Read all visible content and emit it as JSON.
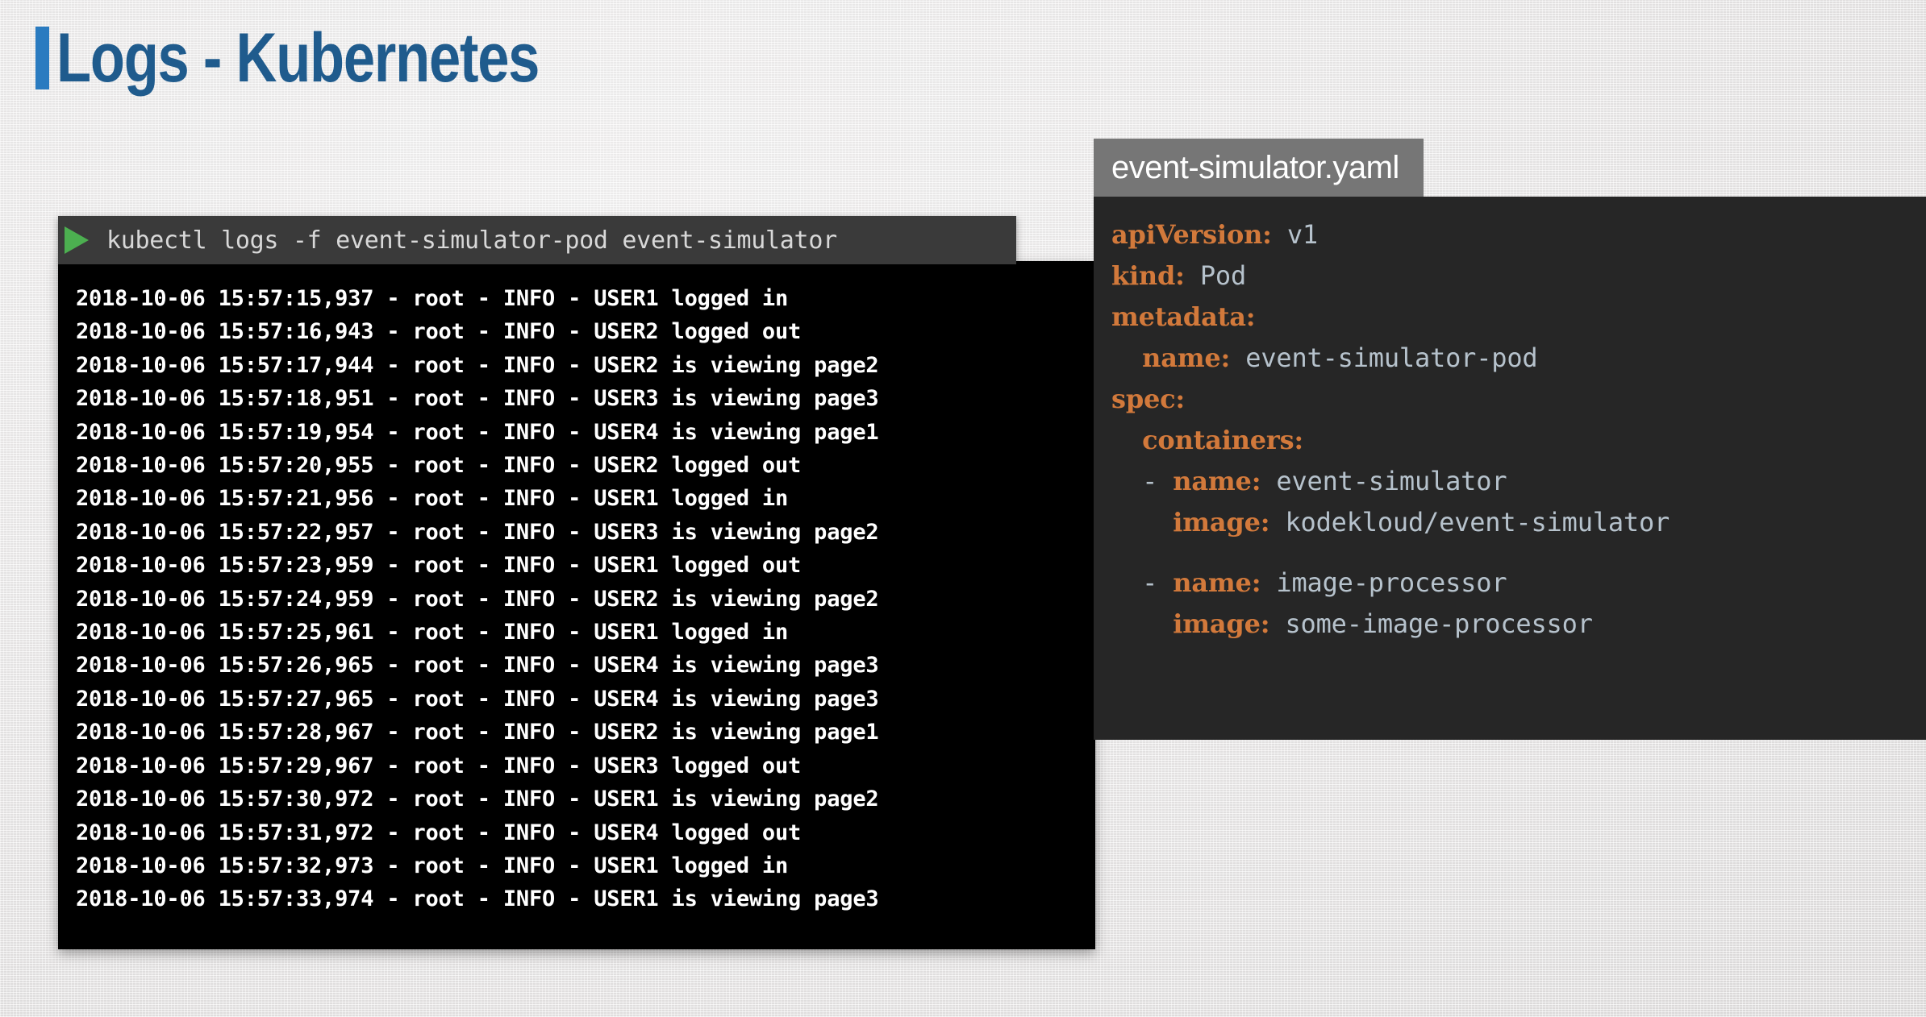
{
  "slide": {
    "title": "Logs - Kubernetes",
    "accent_color": "#2A7BC0",
    "title_color": "#1F5B8D",
    "background_color": "#EBE9E9"
  },
  "terminal": {
    "run_icon": "play-triangle-icon",
    "run_icon_color": "#4CAF50",
    "command": "kubectl logs -f event-simulator-pod event-simulator",
    "command_bar_color": "#3A3A3A",
    "body_color": "#000000",
    "text_color": "#FFFFFF",
    "lines": [
      "2018-10-06 15:57:15,937 - root - INFO - USER1 logged in",
      "2018-10-06 15:57:16,943 - root - INFO - USER2 logged out",
      "2018-10-06 15:57:17,944 - root - INFO - USER2 is viewing page2",
      "2018-10-06 15:57:18,951 - root - INFO - USER3 is viewing page3",
      "2018-10-06 15:57:19,954 - root - INFO - USER4 is viewing page1",
      "2018-10-06 15:57:20,955 - root - INFO - USER2 logged out",
      "2018-10-06 15:57:21,956 - root - INFO - USER1 logged in",
      "2018-10-06 15:57:22,957 - root - INFO - USER3 is viewing page2",
      "2018-10-06 15:57:23,959 - root - INFO - USER1 logged out",
      "2018-10-06 15:57:24,959 - root - INFO - USER2 is viewing page2",
      "2018-10-06 15:57:25,961 - root - INFO - USER1 logged in",
      "2018-10-06 15:57:26,965 - root - INFO - USER4 is viewing page3",
      "2018-10-06 15:57:27,965 - root - INFO - USER4 is viewing page3",
      "2018-10-06 15:57:28,967 - root - INFO - USER2 is viewing page1",
      "2018-10-06 15:57:29,967 - root - INFO - USER3 logged out",
      "2018-10-06 15:57:30,972 - root - INFO - USER1 is viewing page2",
      "2018-10-06 15:57:31,972 - root - INFO - USER4 logged out",
      "2018-10-06 15:57:32,973 - root - INFO - USER1 logged in",
      "2018-10-06 15:57:33,974 - root - INFO - USER1 is viewing page3"
    ]
  },
  "yaml_panel": {
    "tab_label": "event-simulator.yaml",
    "tab_color": "#767676",
    "body_color": "#262626",
    "key_color": "#D2793B",
    "value_color": "#B6C2CC",
    "lines": [
      {
        "indent": 0,
        "dash": false,
        "key": "apiVersion:",
        "value": "v1"
      },
      {
        "indent": 0,
        "dash": false,
        "key": "kind:",
        "value": "Pod"
      },
      {
        "indent": 0,
        "dash": false,
        "key": "metadata:",
        "value": ""
      },
      {
        "indent": 1,
        "dash": false,
        "key": "name:",
        "value": "event-simulator-pod"
      },
      {
        "indent": 0,
        "dash": false,
        "key": "spec:",
        "value": ""
      },
      {
        "indent": 1,
        "dash": false,
        "key": "containers:",
        "value": ""
      },
      {
        "indent": 1,
        "dash": true,
        "key": "name:",
        "value": "event-simulator"
      },
      {
        "indent": 2,
        "dash": false,
        "key": "image:",
        "value": "kodekloud/event-simulator"
      },
      {
        "spacer": true
      },
      {
        "indent": 1,
        "dash": true,
        "key": "name:",
        "value": "image-processor"
      },
      {
        "indent": 2,
        "dash": false,
        "key": "image:",
        "value": "some-image-processor"
      }
    ]
  }
}
